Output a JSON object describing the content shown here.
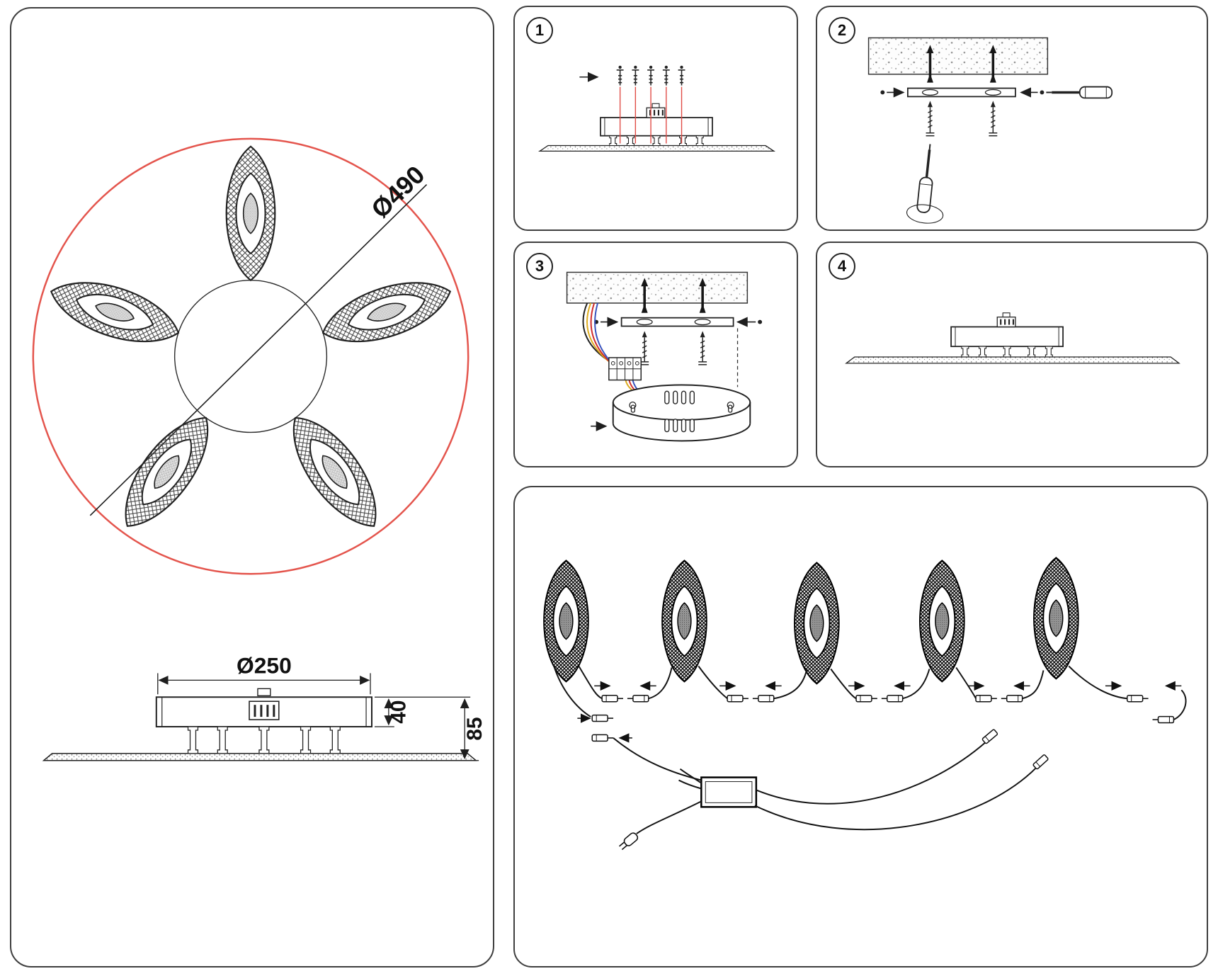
{
  "left_panel": {
    "top_view": {
      "diameter_label": "Ø490"
    },
    "side_view": {
      "diameter_label": "Ø250",
      "housing_height_label": "40",
      "total_height_label": "85"
    }
  },
  "steps": [
    {
      "number": "1"
    },
    {
      "number": "2"
    },
    {
      "number": "3"
    },
    {
      "number": "4"
    }
  ],
  "colors": {
    "accent_red": "#e4554d",
    "guide_red": "#e04b45",
    "wire_red": "#cf2b2b",
    "wire_yellow": "#ddab1e",
    "wire_blue": "#3752bd",
    "wire_dark": "#222222",
    "ink": "#1e1e1e"
  }
}
